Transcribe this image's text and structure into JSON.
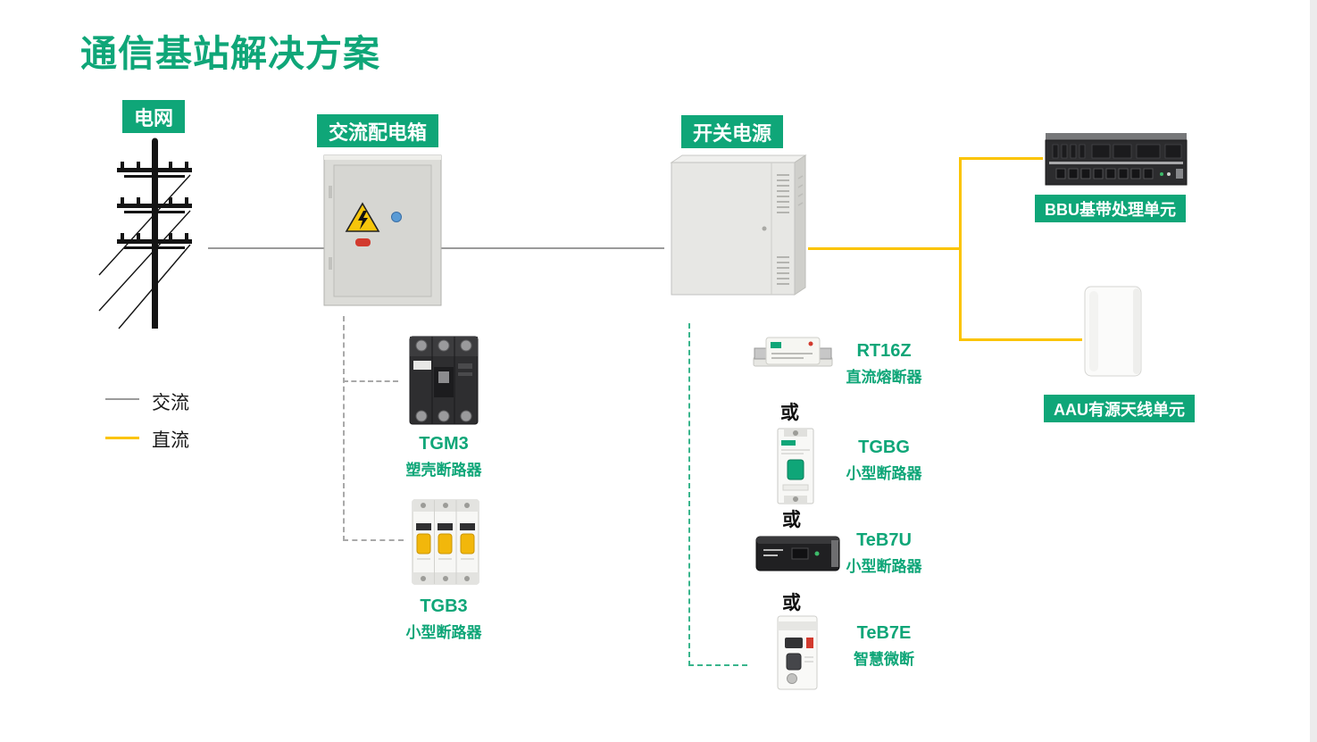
{
  "title": "通信基站解决方案",
  "badges": {
    "grid": "电网",
    "ac_box": "交流配电箱",
    "switch_power": "开关电源",
    "bbu": "BBU基带处理单元",
    "aau": "AAU有源天线单元"
  },
  "legend": {
    "ac_label": "交流",
    "dc_label": "直流"
  },
  "or_label": "或",
  "products": {
    "tgm3": {
      "name": "TGM3",
      "desc": "塑壳断路器"
    },
    "tgb3": {
      "name": "TGB3",
      "desc": "小型断路器"
    },
    "rt16z": {
      "name": "RT16Z",
      "desc": "直流熔断器"
    },
    "tgbg": {
      "name": "TGBG",
      "desc": "小型断路器"
    },
    "teb7u": {
      "name": "TeB7U",
      "desc": "小型断路器"
    },
    "teb7e": {
      "name": "TeB7E",
      "desc": "智慧微断"
    }
  },
  "colors": {
    "green": "#0FA678",
    "yellow": "#FBC400",
    "ac_line": "#9b9b9b",
    "dc_dash": "#39B58C"
  }
}
